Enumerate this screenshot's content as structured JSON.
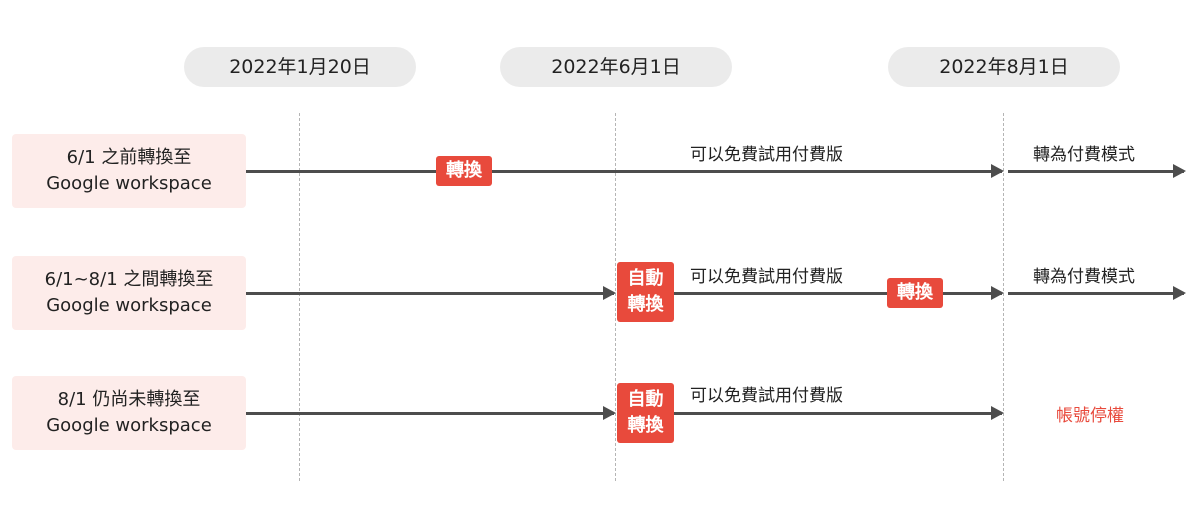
{
  "dates": [
    "2022年1月20日",
    "2022年6月1日",
    "2022年8月1日"
  ],
  "rows": [
    {
      "label_line1": "6/1 之前轉換至",
      "label_line2": "Google workspace",
      "badge": "轉換",
      "trial_label": "可以免費試用付費版",
      "after_label": "轉為付費模式"
    },
    {
      "label_line1": "6/1~8/1 之間轉換至",
      "label_line2": "Google workspace",
      "auto_badge_line1": "自動",
      "auto_badge_line2": "轉換",
      "trial_label": "可以免費試用付費版",
      "badge": "轉換",
      "after_label": "轉為付費模式"
    },
    {
      "label_line1": "8/1 仍尚未轉換至",
      "label_line2": "Google workspace",
      "auto_badge_line1": "自動",
      "auto_badge_line2": "轉換",
      "trial_label": "可以免費試用付費版",
      "after_label": "帳號停權"
    }
  ],
  "colors": {
    "accent_red": "#e84a3c",
    "label_bg": "#fdecea",
    "pill_bg": "#ebebeb",
    "arrow": "#4d4d4d"
  }
}
